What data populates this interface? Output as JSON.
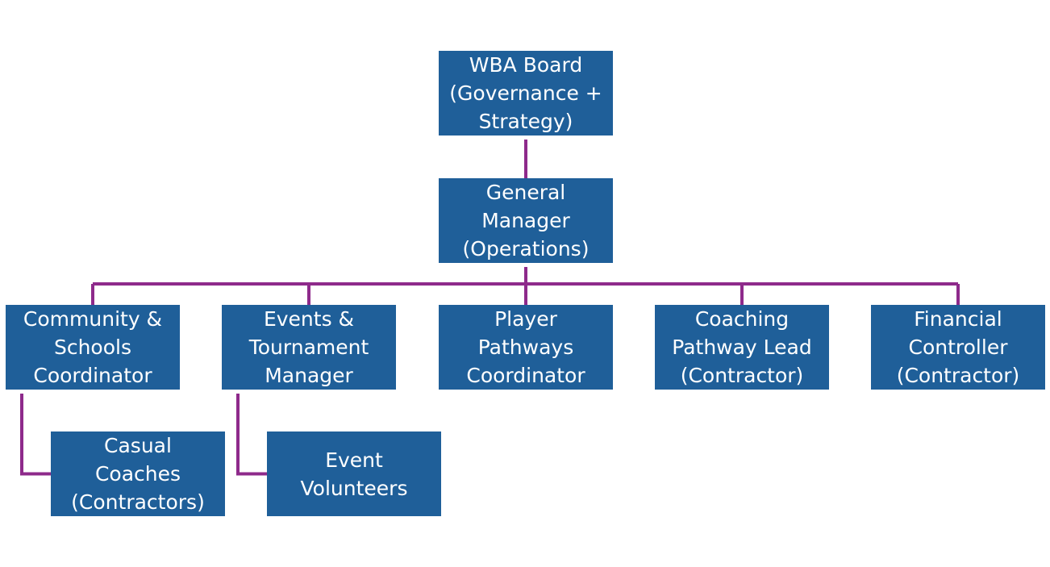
{
  "diagram": {
    "type": "org-chart",
    "box_color": "#1F5F99",
    "connector_color": "#8E2A8B",
    "text_color": "#FFFFFF",
    "nodes": [
      {
        "id": "board",
        "label": "WBA Board\n(Governance +\nStrategy)",
        "parent": null
      },
      {
        "id": "gm",
        "label": "General\nManager\n(Operations)",
        "parent": "board"
      },
      {
        "id": "community",
        "label": "Community &\nSchools\nCoordinator",
        "parent": "gm"
      },
      {
        "id": "events",
        "label": "Events &\nTournament\nManager",
        "parent": "gm"
      },
      {
        "id": "player",
        "label": "Player\nPathways\nCoordinator",
        "parent": "gm"
      },
      {
        "id": "coaching",
        "label": "Coaching\nPathway Lead\n(Contractor)",
        "parent": "gm"
      },
      {
        "id": "financial",
        "label": "Financial\nController\n(Contractor)",
        "parent": "gm"
      },
      {
        "id": "casual",
        "label": "Casual\nCoaches\n(Contractors)",
        "parent": "community"
      },
      {
        "id": "volunteers",
        "label": "Event\nVolunteers",
        "parent": "events"
      }
    ]
  }
}
